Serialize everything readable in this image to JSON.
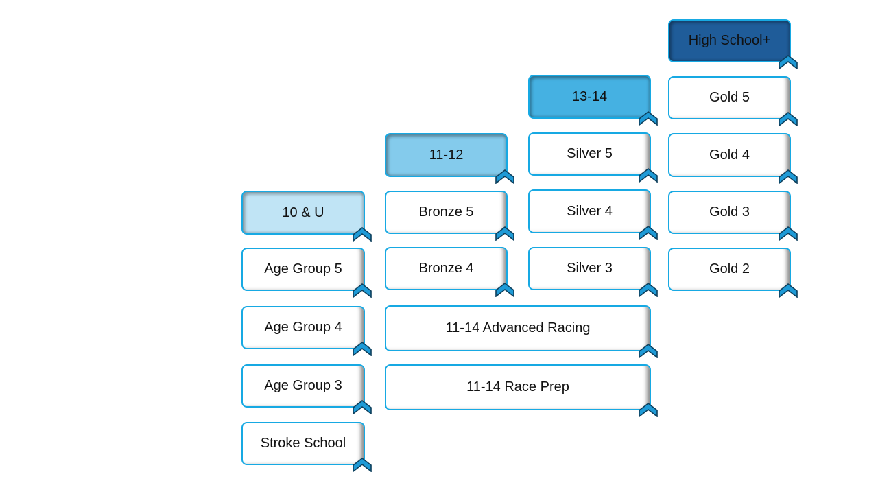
{
  "colors": {
    "border": "#17a9e3",
    "chevron": "#1e9ad6",
    "chevron_outline": "#0d3f5c",
    "ten_u": "#c0e4f5",
    "eleven_twelve": "#84cbec",
    "thirteen_fourteen": "#45b1e2",
    "high_school": "#1f5c99"
  },
  "columns": [
    {
      "header": "10 & U",
      "levels": [
        "Age Group 5",
        "Age Group 4",
        "Age Group 3",
        "Stroke School"
      ]
    },
    {
      "header": "11-12",
      "levels": [
        "Bronze 5",
        "Bronze 4"
      ]
    },
    {
      "header": "13-14",
      "levels": [
        "Silver 5",
        "Silver 4",
        "Silver 3"
      ]
    },
    {
      "header": "High School+",
      "levels": [
        "Gold 5",
        "Gold 4",
        "Gold 3",
        "Gold 2"
      ]
    }
  ],
  "shared": [
    "11-14 Advanced Racing",
    "11-14 Race Prep"
  ]
}
